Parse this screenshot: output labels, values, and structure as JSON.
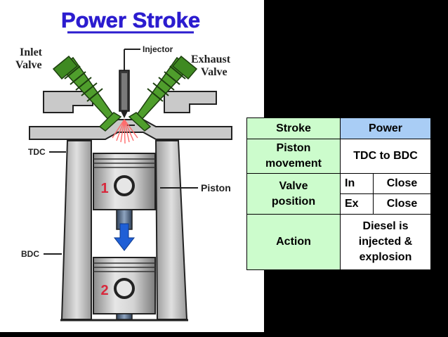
{
  "diagram": {
    "title": "Power Stroke",
    "labels": {
      "inlet_valve": [
        "Inlet",
        "Valve"
      ],
      "injector": "Injector",
      "exhaust_valve": [
        "Exhaust",
        "Valve"
      ],
      "tdc": "TDC",
      "bdc": "BDC",
      "piston": "Piston",
      "position_1": "1",
      "position_2": "2"
    },
    "colors": {
      "title": "#2b1ccf",
      "valve_green": "#4f9e2c",
      "arrow_blue": "#1f5fd6",
      "position_number": "#d8283c",
      "cylinder_gray": "#c9c9c9"
    }
  },
  "table": {
    "stroke_label": "Stroke",
    "stroke_value": "Power",
    "piston_movement_label": [
      "Piston",
      "movement"
    ],
    "piston_movement_value": "TDC to BDC",
    "valve_position_label": [
      "Valve",
      "position"
    ],
    "inlet": {
      "label": "In",
      "value": "Close"
    },
    "exhaust": {
      "label": "Ex",
      "value": "Close"
    },
    "action_label": "Action",
    "action_value": [
      "Diesel is",
      "injected &",
      "explosion"
    ],
    "colors": {
      "label_bg": "#ccfccc",
      "header_bg": "#a9cdf5",
      "body_bg": "#ffffff"
    }
  }
}
